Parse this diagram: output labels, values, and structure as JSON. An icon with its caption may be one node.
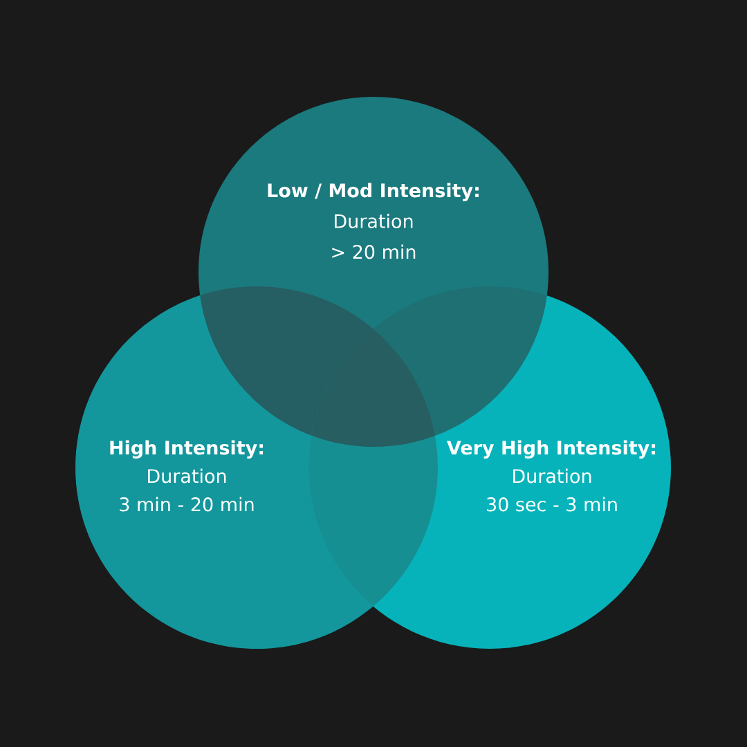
{
  "diagram": {
    "nodes": [
      {
        "text": [
          "Low / Mod Intensity:",
          "Duration",
          "> 20 min"
        ]
      },
      {
        "text": [
          "High Intensity:",
          "Duration",
          "3 min - 20 min"
        ]
      },
      {
        "text": [
          "Very High Intensity:",
          "Duration",
          "30 sec - 3 min"
        ]
      }
    ]
  }
}
